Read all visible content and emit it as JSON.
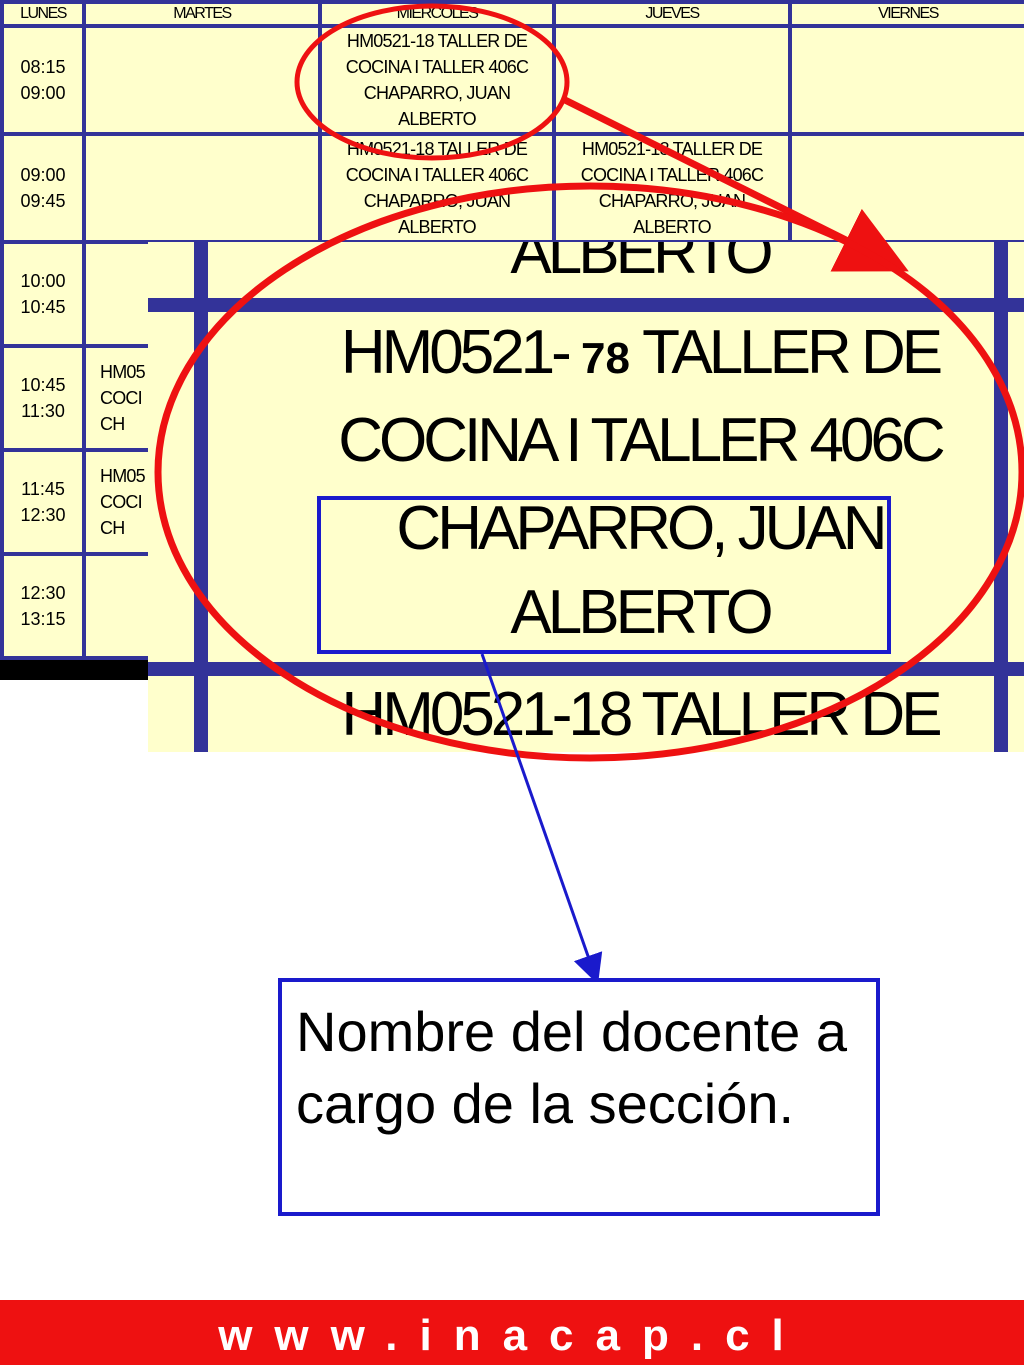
{
  "schedule": {
    "headers": [
      "LUNES",
      "MARTES",
      "MIÉRCOLES",
      "JUEVES",
      "VIERNES"
    ],
    "rows": [
      {
        "start": "08:15",
        "end": "09:00",
        "cells": [
          "",
          [
            "HM0521-18 TALLER DE",
            "COCINA I TALLER 406C",
            "CHAPARRO, JUAN",
            "ALBERTO"
          ],
          "",
          ""
        ]
      },
      {
        "start": "09:00",
        "end": "09:45",
        "cells": [
          "",
          [
            "HM0521-18 TALLER DE",
            "COCINA I TALLER 406C",
            "CHAPARRO, JUAN",
            "ALBERTO"
          ],
          [
            "HM0521-18 TALLER DE",
            "COCINA I TALLER 406C",
            "CHAPARRO, JUAN",
            "ALBERTO"
          ],
          ""
        ]
      },
      {
        "start": "10:00",
        "end": "10:45",
        "cells": [
          "",
          "",
          "",
          ""
        ]
      },
      {
        "start": "10:45",
        "end": "11:30",
        "cells": [
          [
            "HM05",
            "COCI",
            "CH"
          ],
          "",
          "",
          ""
        ]
      },
      {
        "start": "11:45",
        "end": "12:30",
        "cells": [
          [
            "HM05",
            "COCI",
            "CH"
          ],
          "",
          "",
          ""
        ]
      },
      {
        "start": "12:30",
        "end": "13:15",
        "cells": [
          "",
          "",
          "",
          ""
        ]
      }
    ]
  },
  "zoom": {
    "top_fragment": "ALBERTO",
    "line1_a": "HM0521- ",
    "line1_b": "78",
    "line1_c": " TALLER DE",
    "line2": "COCINA I TALLER 406C",
    "line3": "CHAPARRO, JUAN",
    "line4": "ALBERTO",
    "bottom_fragment": "HM0521-18 TALLER DE"
  },
  "callout": {
    "text": "Nombre del docente a cargo de la sección."
  },
  "footer": {
    "url": "www.inacap.cl"
  },
  "colors": {
    "cell_bg": "#ffffcc",
    "grid": "#333399",
    "annotation_red": "#ee1111",
    "annotation_blue": "#1a1acc"
  }
}
